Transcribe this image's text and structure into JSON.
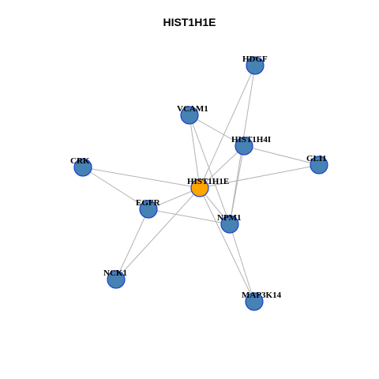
{
  "title": "HIST1H1E",
  "colors": {
    "center_fill": "#FFA500",
    "node_fill": "#4682B4",
    "node_stroke": "#1C3FCC",
    "edge": "#B3B3B3"
  },
  "nodes": [
    {
      "id": "HIST1H1E",
      "label": "HIST1H1E",
      "role": "center"
    },
    {
      "id": "HDGF",
      "label": "HDGF",
      "role": "neighbor"
    },
    {
      "id": "VCAM1",
      "label": "VCAM1",
      "role": "neighbor"
    },
    {
      "id": "HIST1H4I",
      "label": "HIST1H4I",
      "role": "neighbor"
    },
    {
      "id": "CRK",
      "label": "CRK",
      "role": "neighbor"
    },
    {
      "id": "GLI1",
      "label": "GLI1",
      "role": "neighbor"
    },
    {
      "id": "EGFR",
      "label": "EGFR",
      "role": "neighbor"
    },
    {
      "id": "NPM1",
      "label": "NPM1",
      "role": "neighbor"
    },
    {
      "id": "NCK1",
      "label": "NCK1",
      "role": "neighbor"
    },
    {
      "id": "MAP3K14",
      "label": "MAP3K14",
      "role": "neighbor"
    }
  ],
  "edges": [
    [
      "HIST1H1E",
      "HDGF"
    ],
    [
      "HIST1H1E",
      "VCAM1"
    ],
    [
      "HIST1H1E",
      "HIST1H4I"
    ],
    [
      "HIST1H1E",
      "CRK"
    ],
    [
      "HIST1H1E",
      "GLI1"
    ],
    [
      "HIST1H1E",
      "EGFR"
    ],
    [
      "HIST1H1E",
      "NPM1"
    ],
    [
      "HIST1H1E",
      "NCK1"
    ],
    [
      "HIST1H1E",
      "MAP3K14"
    ],
    [
      "HDGF",
      "NPM1"
    ],
    [
      "VCAM1",
      "HIST1H4I"
    ],
    [
      "VCAM1",
      "NPM1"
    ],
    [
      "HIST1H4I",
      "GLI1"
    ],
    [
      "HIST1H4I",
      "NPM1"
    ],
    [
      "CRK",
      "EGFR"
    ],
    [
      "EGFR",
      "NPM1"
    ],
    [
      "EGFR",
      "NCK1"
    ],
    [
      "NPM1",
      "MAP3K14"
    ]
  ]
}
